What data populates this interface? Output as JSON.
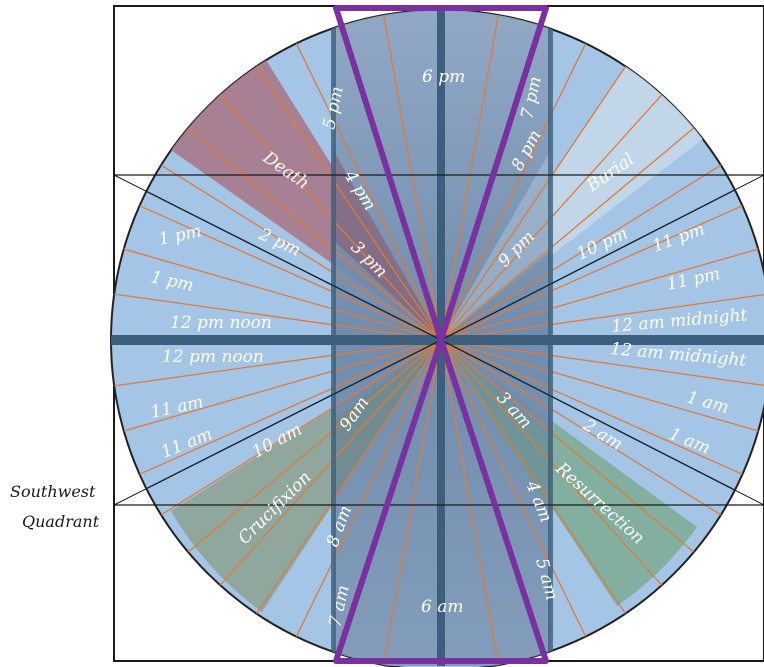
{
  "diagram": {
    "colors": {
      "dial": "#a5c5e6",
      "dial_edge": "#222222",
      "hour_line": "#e07a3a",
      "cross_bar": "#3d5f7e",
      "hourglass": "#7a30a0",
      "center_band": "#6f8faf",
      "death": "#a77a8c",
      "burial": "#c4d7e9",
      "crucifixion": "#8ea59a",
      "resurrection": "#80ae9c"
    },
    "sectors": {
      "death": "Death",
      "burial": "Burial",
      "crucifixion": "Crucifixion",
      "resurrection": "Resurrection"
    },
    "hours": {
      "h6pm": "6 pm",
      "h5pm": "5 pm",
      "h4pm": "4 pm",
      "h3pm": "3 pm",
      "h2pm": "2 pm",
      "h1pm_a": "1 pm",
      "h1pm_b": "1 pm",
      "h12pm_a": "12 pm noon",
      "h12pm_b": "12 pm noon",
      "h11am_a": "11 am",
      "h11am_b": "11 am",
      "h10am": "10 am",
      "h9am": "9am",
      "h8am": "8 am",
      "h7am": "7 am",
      "h6am": "6 am",
      "h7pm": "7 pm",
      "h8pm": "8 pm",
      "h9pm": "9 pm",
      "h10pm": "10 pm",
      "h11pm_a": "11 pm",
      "h11pm_b": "11 pm",
      "h12am_a": "12 am midnight",
      "h12am_b": "12 am midnight",
      "h1am_a": "1 am",
      "h1am_b": "1 am",
      "h2am": "2 am",
      "h3am": "3 am",
      "h4am": "4 am",
      "h5am": "5 am"
    },
    "side_label": {
      "line1": "Southwest",
      "line2": "Quadrant"
    }
  }
}
